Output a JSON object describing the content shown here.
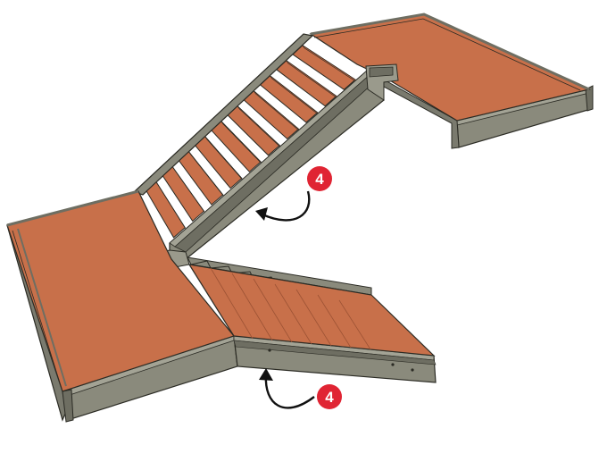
{
  "colors": {
    "wood_top": "#c8704a",
    "wood_light": "#d07a52",
    "wood_shade": "#b5603e",
    "steel": "#8a8a7c",
    "steel_dark": "#6e6e62",
    "steel_light": "#a3a395",
    "outline": "#2b2b24",
    "badge": "#e02433",
    "arrow": "#111111"
  },
  "callouts": [
    {
      "id": "upper",
      "label": "4",
      "icon": "curved-arrow-icon"
    },
    {
      "id": "lower",
      "label": "4",
      "icon": "curved-arrow-icon"
    }
  ],
  "stair_treads": {
    "upper_flight": 10
  }
}
